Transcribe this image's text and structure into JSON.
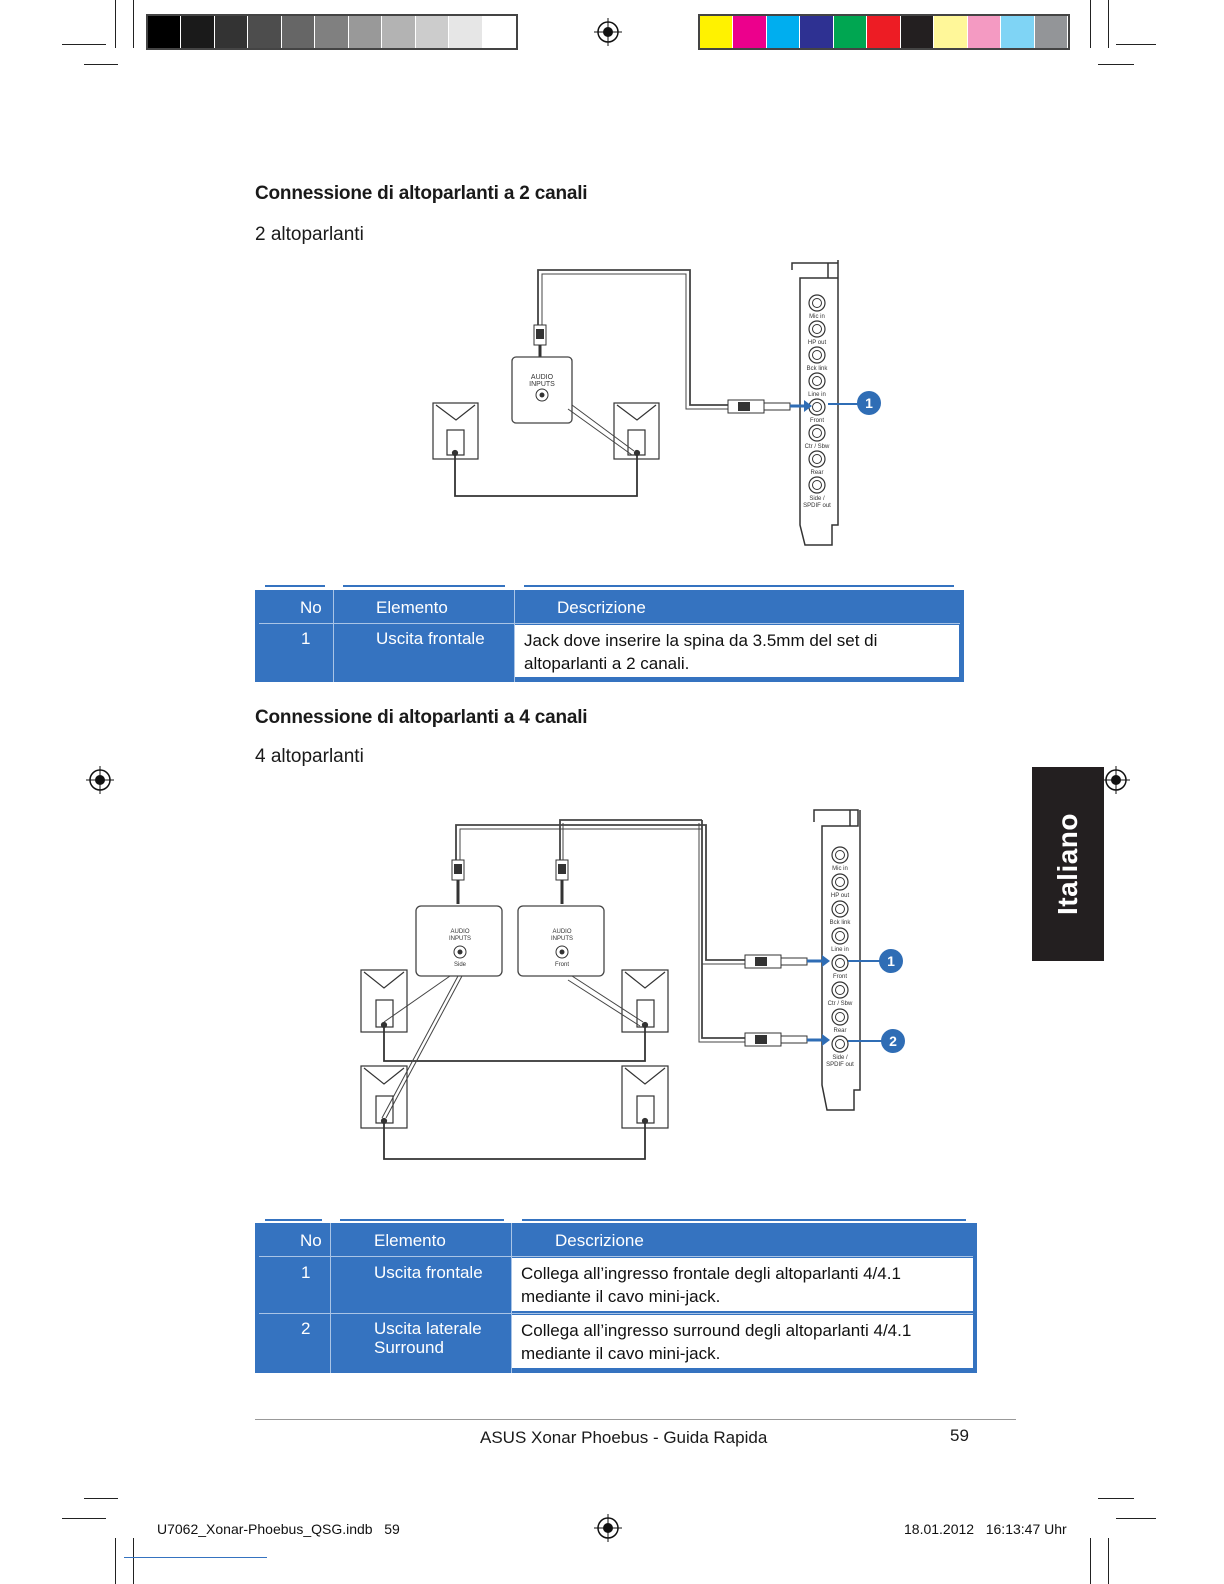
{
  "colors": {
    "table_blue": "#3573c0",
    "callout_blue": "#2f6db5",
    "side_tab": "#231f20"
  },
  "grayscale_bar": [
    "#000000",
    "#1a1a1a",
    "#333333",
    "#4d4d4d",
    "#666666",
    "#808080",
    "#999999",
    "#b3b3b3",
    "#cccccc",
    "#e6e6e6",
    "#ffffff"
  ],
  "color_bar": [
    "#fff200",
    "#ec008c",
    "#00aeef",
    "#2e3192",
    "#00a651",
    "#ed1c24",
    "#231f20",
    "#fff799",
    "#f49ac2",
    "#7fd4f5",
    "#939598"
  ],
  "section1": {
    "title": "Connessione di altoparlanti a 2 canali",
    "subtitle": "2 altoparlanti",
    "diagram": {
      "audio_inputs_label": "AUDIO\nINPUTS",
      "callout": "1",
      "jacks": [
        "Mic in",
        "HP out",
        "Bck link",
        "Line in",
        "Front",
        "Ctr / Sbw",
        "Rear",
        "Side /\nSPDIF out"
      ]
    },
    "table": {
      "headers": [
        "No",
        "Elemento",
        "Descrizione"
      ],
      "rows": [
        {
          "no": "1",
          "elemento": "Uscita frontale",
          "descrizione": "Jack dove inserire la spina da 3.5mm del set di altoparlanti a 2 canali."
        }
      ]
    }
  },
  "section2": {
    "title": "Connessione di altoparlanti a 4 canali",
    "subtitle": "4 altoparlanti",
    "diagram": {
      "box_side": {
        "label": "AUDIO\nINPUTS",
        "sub": "Side"
      },
      "box_front": {
        "label": "AUDIO\nINPUTS",
        "sub": "Front"
      },
      "callouts": [
        "1",
        "2"
      ],
      "jacks": [
        "Mic in",
        "HP out",
        "Bck link",
        "Line in",
        "Front",
        "Ctr / Sbw",
        "Rear",
        "Side /\nSPDIF out"
      ]
    },
    "table": {
      "headers": [
        "No",
        "Elemento",
        "Descrizione"
      ],
      "rows": [
        {
          "no": "1",
          "elemento": "Uscita frontale",
          "descrizione": "Collega all’ingresso frontale degli altoparlanti 4/4.1 mediante il cavo mini-jack."
        },
        {
          "no": "2",
          "elemento": "Uscita laterale Surround",
          "descrizione": "Collega all’ingresso surround degli altoparlanti 4/4.1 mediante il cavo mini-jack."
        }
      ]
    }
  },
  "side_tab": "Italiano",
  "footer": {
    "title": "ASUS Xonar Phoebus - Guida Rapida",
    "page": "59"
  },
  "slug": {
    "file": "U7062_Xonar-Phoebus_QSG.indb   59",
    "date": "18.01.2012   16:13:47 Uhr"
  }
}
